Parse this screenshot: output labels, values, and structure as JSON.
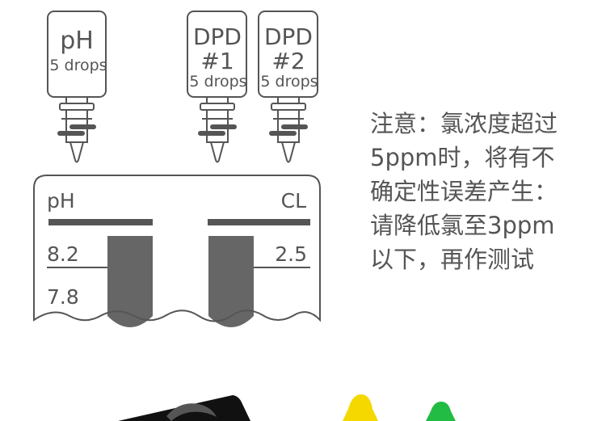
{
  "bottles": [
    {
      "title_lines": [
        "pH"
      ],
      "subtitle": "5 drops"
    },
    {
      "title_lines": [
        "DPD",
        "#1"
      ],
      "subtitle": "5 drops"
    },
    {
      "title_lines": [
        "DPD",
        "#2"
      ],
      "subtitle": "5 drops"
    }
  ],
  "test_chart": {
    "left_label": "pH",
    "right_label": "CL",
    "left_values": [
      "8.2",
      "7.8"
    ],
    "right_values": [
      "2.5"
    ]
  },
  "note_lines": [
    "注意：氯浓度超过",
    "5ppm时，将有不",
    "确定性误差产生：",
    "请降低氯至3ppm",
    "以下，再作测试"
  ],
  "colors": {
    "outline": "#555555",
    "fill_dark": "#666666",
    "text": "#555555",
    "yellow_cap": "#f5d800",
    "green_cap": "#22bb44",
    "black_tray": "#111111"
  }
}
